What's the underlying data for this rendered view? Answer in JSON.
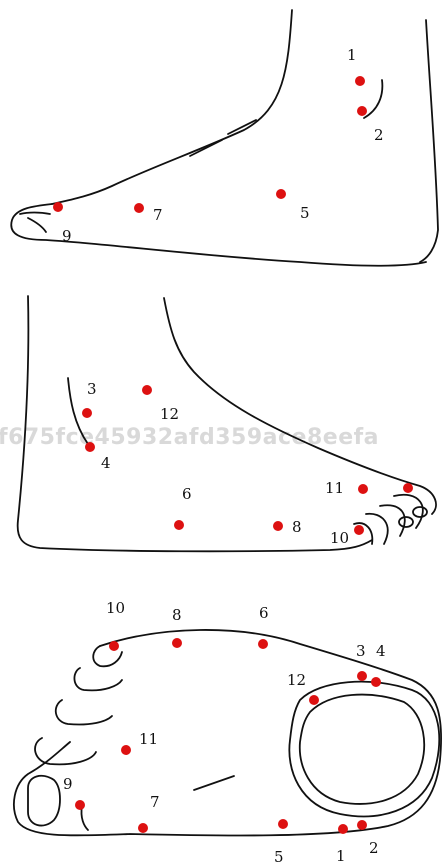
{
  "watermark": "f675fce45932afd359ace8eefa",
  "colors": {
    "line": "#111111",
    "point": "#dd1111",
    "watermark": "#d9d9d9"
  },
  "views": {
    "medial": {
      "labels": {
        "p1": "1",
        "p2": "2",
        "p5": "5",
        "p7": "7",
        "p9": "9"
      }
    },
    "lateral": {
      "labels": {
        "p3": "3",
        "p4": "4",
        "p6": "6",
        "p8": "8",
        "p10": "10",
        "p11": "11",
        "p12": "12"
      }
    },
    "plantar": {
      "labels": {
        "p1": "1",
        "p2": "2",
        "p3": "3",
        "p4": "4",
        "p5": "5",
        "p6": "6",
        "p7": "7",
        "p8": "8",
        "p9": "9",
        "p10": "10",
        "p11": "11",
        "p12": "12"
      }
    }
  }
}
